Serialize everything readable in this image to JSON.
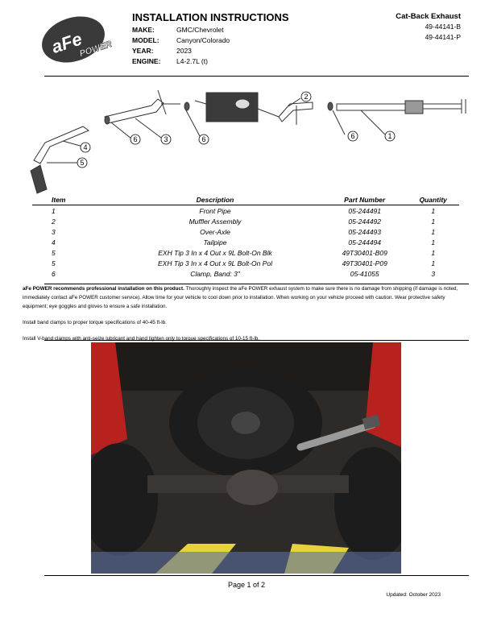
{
  "header": {
    "brand": "aFe POWER",
    "title": "INSTALLATION INSTRUCTIONS",
    "fields": [
      {
        "label": "MAKE:",
        "value": "GMC/Chevrolet"
      },
      {
        "label": "MODEL:",
        "value": "Canyon/Colorado"
      },
      {
        "label": "YEAR:",
        "value": "2023"
      },
      {
        "label": "ENGINE:",
        "value": "L4-2.7L (t)"
      }
    ],
    "product_type": "Cat-Back Exhaust",
    "part_numbers": [
      "49-44141-B",
      "49-44141-P"
    ]
  },
  "diagram": {
    "callouts": [
      "1",
      "2",
      "3",
      "4",
      "5",
      "6"
    ]
  },
  "parts_table": {
    "headers": [
      "Item",
      "Description",
      "Part Number",
      "Quantity"
    ],
    "rows": [
      [
        "1",
        "Front Pipe",
        "05-244491",
        "1"
      ],
      [
        "2",
        "Muffler Assembly",
        "05-244492",
        "1"
      ],
      [
        "3",
        "Over-Axle",
        "05-244493",
        "1"
      ],
      [
        "4",
        "Tailpipe",
        "05-244494",
        "1"
      ],
      [
        "5",
        "EXH Tip 3 In x 4 Out x 9L Bolt-On Blk",
        "49T30401-B09",
        "1"
      ],
      [
        "5",
        "EXH Tip 3 In x 4 Out x 9L Bolt-On Pol",
        "49T30401-P09",
        "1"
      ],
      [
        "6",
        "Clamp, Band: 3”",
        "05-41055",
        "3"
      ]
    ]
  },
  "notes": {
    "recommendation_bold": "aFe POWER recommends professional installation on this product.",
    "recommendation_rest": " Thoroughly inspect the aFe POWER exhaust system to make sure there is no damage from shipping (if damage is noted, immediately contact aFe POWER customer service). Allow time for your vehicle to cool down prior to installation. When working on your vehicle proceed with caution. Wear protective safety equipment; eye goggles and gloves to ensure a safe installation.",
    "band_clamps": "Install band clamps to proper torque specifications of 40-45 ft-lb.",
    "vband_clamps": "Install V-band clamps with anti-seize lubricant and hand tighten only to torque specifications of 10-15 ft-lb."
  },
  "footer": {
    "page": "Page 1 of 2",
    "updated": "Updated: October 2023"
  },
  "colors": {
    "logo_dark": "#3a3a3a",
    "truck_red": "#b8221e",
    "lift_yellow": "#e6d23a",
    "tire_dark": "#1c1c1c"
  }
}
